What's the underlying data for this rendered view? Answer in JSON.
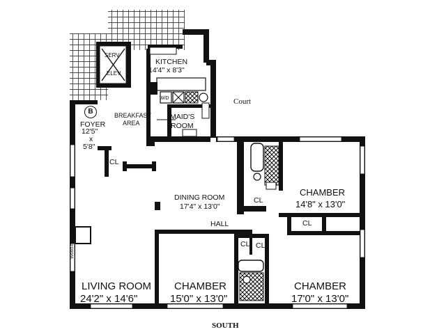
{
  "labels": {
    "kitchen_name": "KITCHEN",
    "kitchen_dims": "14'4\" x 8'3\"",
    "serv_elev_top": "SERV",
    "serv_elev_bottom": "ELEV",
    "wd": "W/D",
    "breakfast_1": "BREAKFAST",
    "breakfast_2": "AREA",
    "maids_1": "MAID'S",
    "maids_2": "ROOM",
    "court": "Court",
    "foyer_name": "FOYER",
    "foyer_dim1": "12'5\"",
    "foyer_x": "x",
    "foyer_dim2": "5'8\"",
    "foyer_badge": "B",
    "cl": "CL",
    "dining_name": "DINING ROOM",
    "dining_dims": "17'4\" x 13'0\"",
    "hall": "HALL",
    "chamber_ne_name": "CHAMBER",
    "chamber_ne_dims": "14'8\" x 13'0\"",
    "fireplace": "Wood-burning Fireplace",
    "living_name": "LIVING ROOM",
    "living_dims": "24'2\" x 14'6\"",
    "chamber_sc_name": "CHAMBER",
    "chamber_sc_dims": "15'0\" x 13'0\"",
    "chamber_se_name": "CHAMBER",
    "chamber_se_dims": "17'0\" x 13'0\"",
    "south": "SOUTH"
  }
}
